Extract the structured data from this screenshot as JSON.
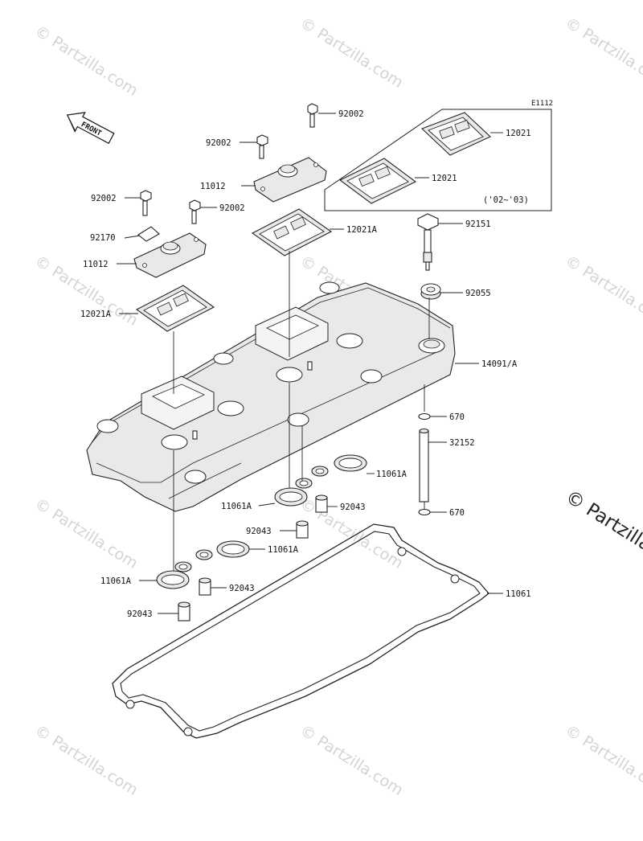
{
  "diagram": {
    "code": "E1112",
    "front_label": "FRONT",
    "year_range": "('02~'03)",
    "watermark": "© Partzilla.com",
    "watermark_edge": "© Partzilla",
    "callouts": {
      "c92002_top": "92002",
      "c92002_mid": "92002",
      "c92002_left": "92002",
      "c92002_lower": "92002",
      "c11012_upper": "11012",
      "c11012_lower": "11012",
      "c92170": "92170",
      "c12021_a": "12021",
      "c12021_b": "12021",
      "c12021A_right": "12021A",
      "c12021A_left": "12021A",
      "c92151": "92151",
      "c92055": "92055",
      "c14091": "14091/A",
      "c670_top": "670",
      "c32152": "32152",
      "c670_bottom": "670",
      "c11061A_1": "11061A",
      "c11061A_2": "11061A",
      "c92043_1": "92043",
      "c92043_2": "92043",
      "c11061A_3": "11061A",
      "c11061A_4": "11061A",
      "c92043_3": "92043",
      "c92043_4": "92043",
      "c11061": "11061"
    }
  }
}
